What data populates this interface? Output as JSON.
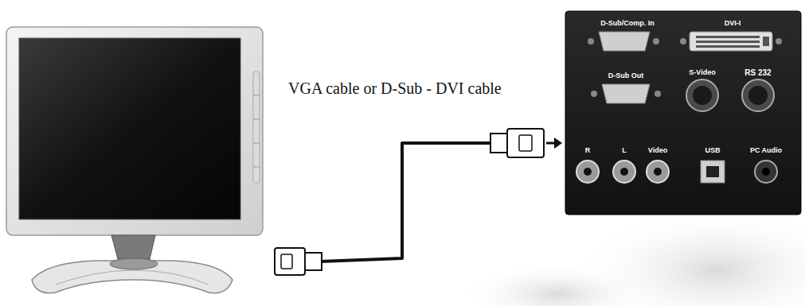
{
  "diagram": {
    "labels": [
      "VGA cable or D-Sub - DVI cable",
      "D-Sub/Comp. In",
      "DVI-I",
      "S-Video",
      "RS 232",
      "D-Sub Out",
      "R",
      "L",
      "Video",
      "USB",
      "PC Audio"
    ]
  }
}
